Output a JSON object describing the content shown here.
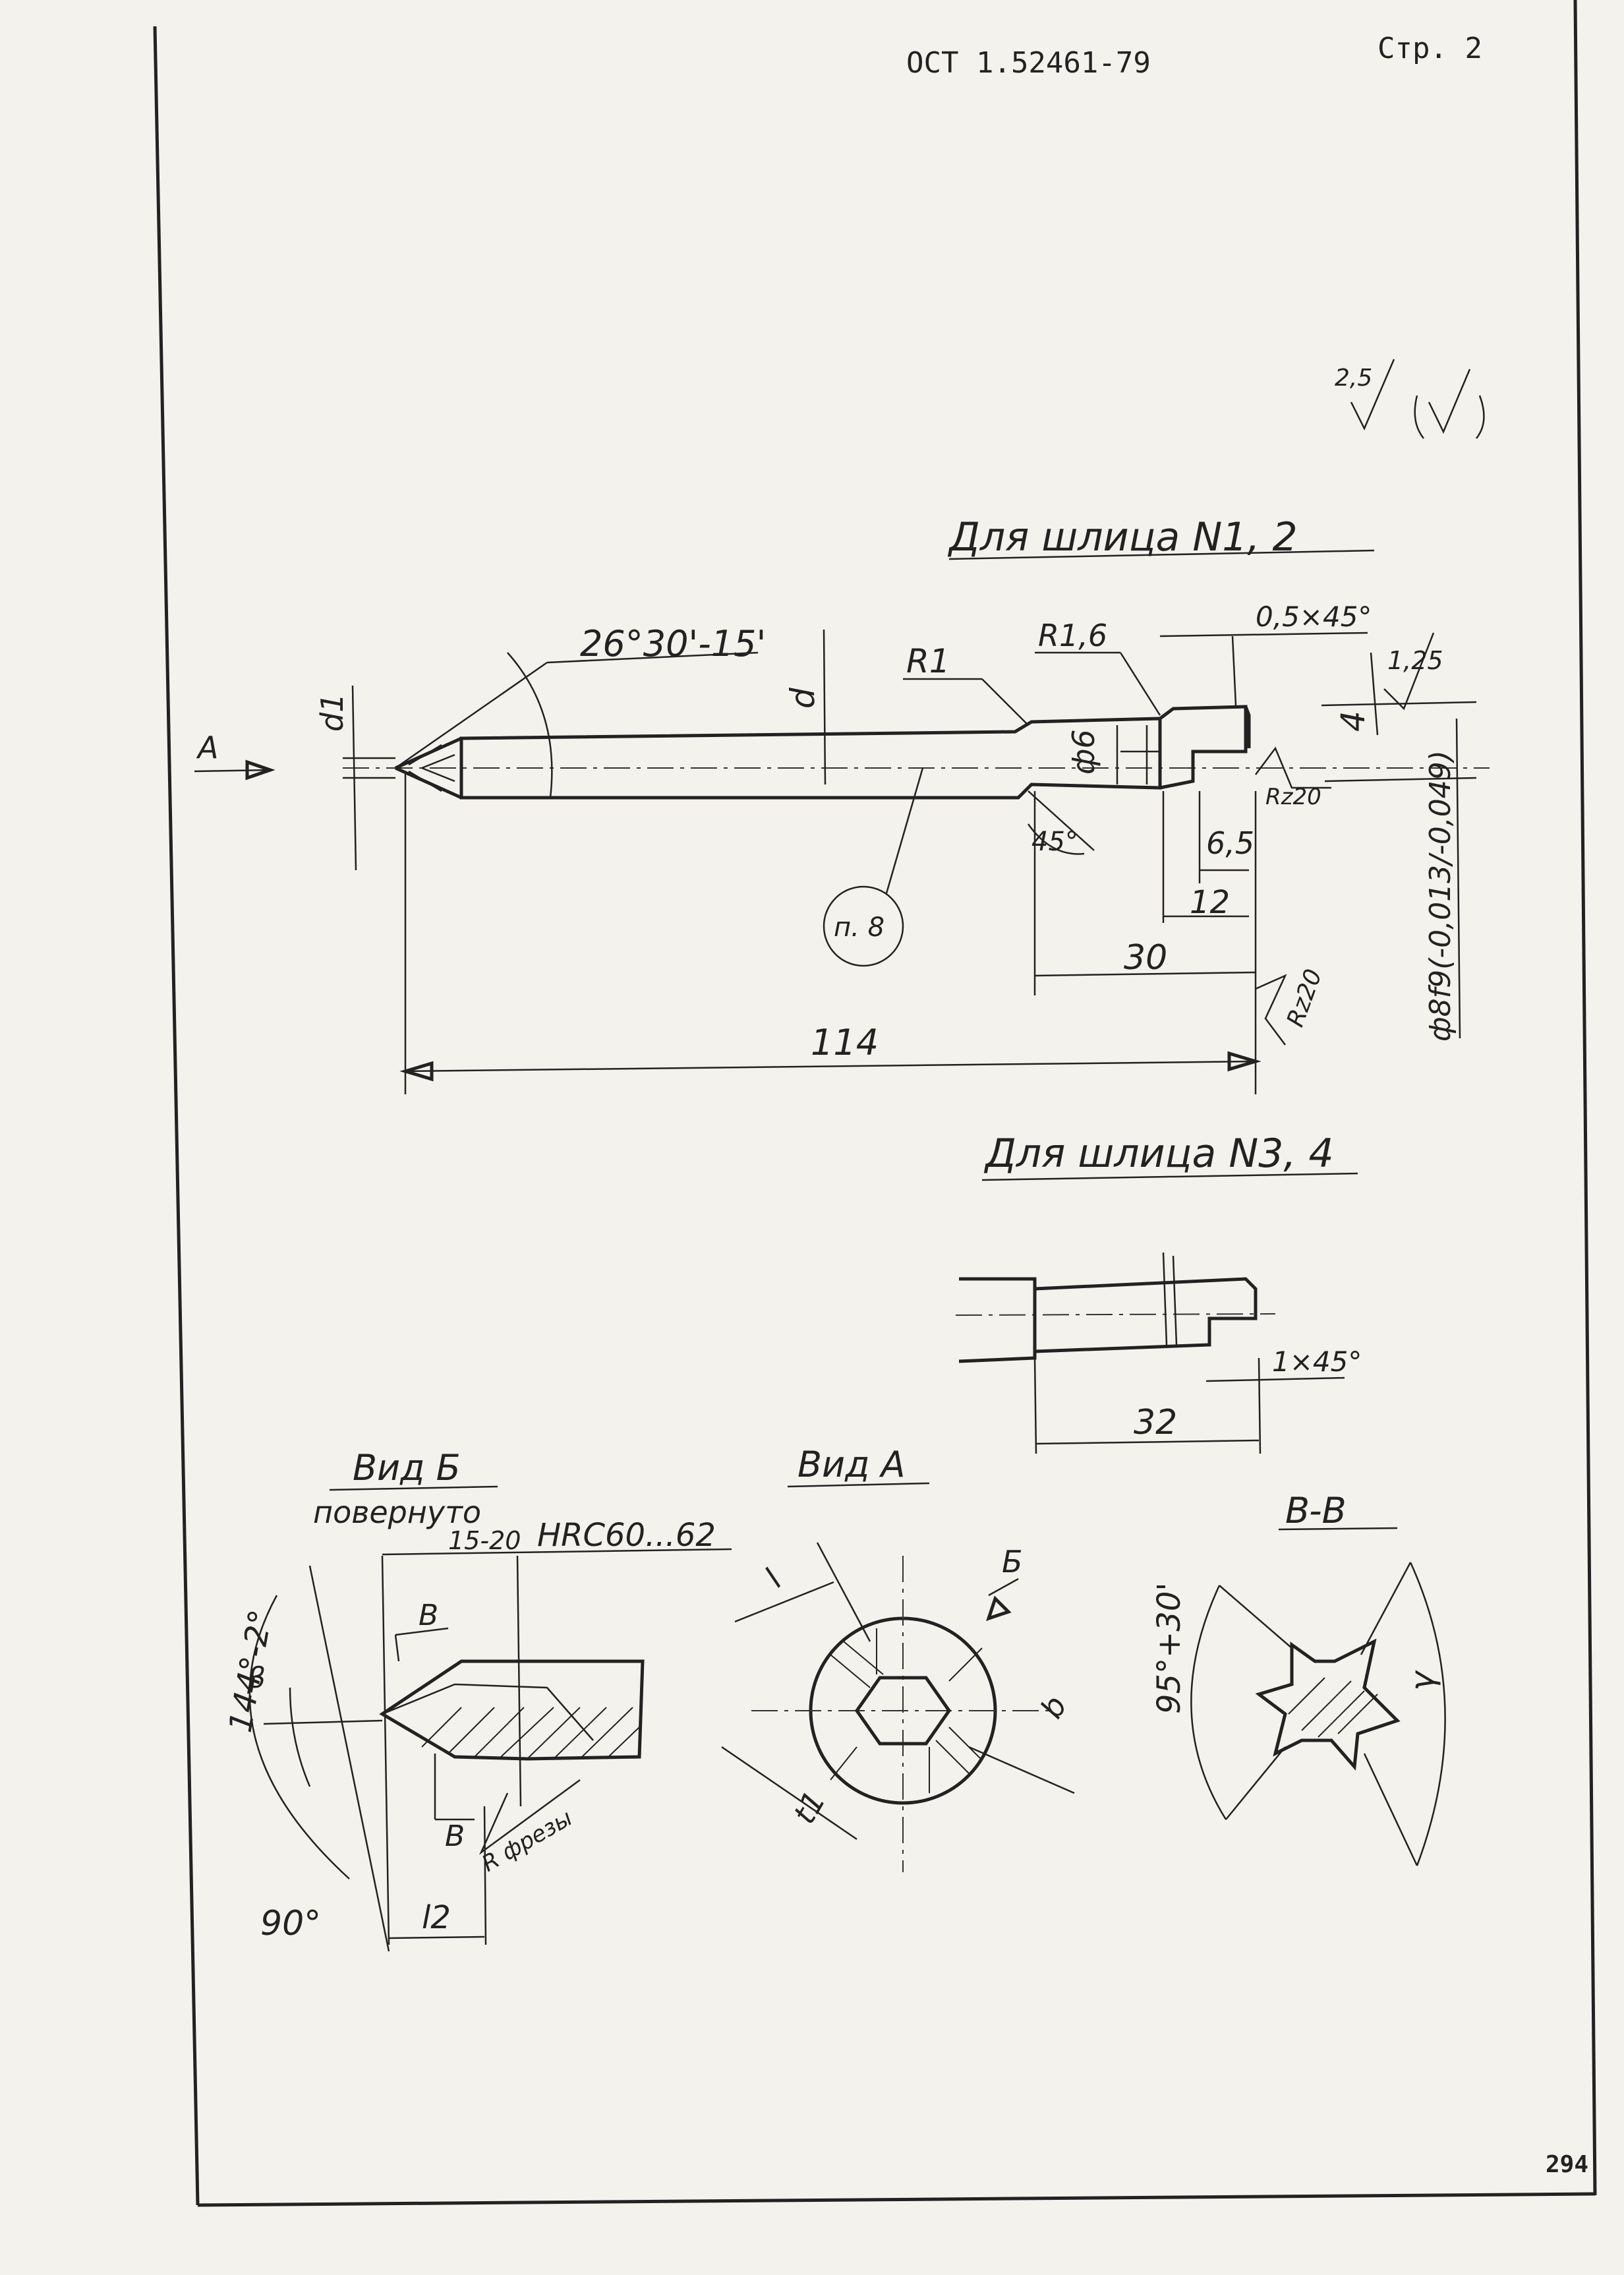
{
  "header": {
    "standard": "ОСТ  1.52461-79",
    "page": "Стр. 2"
  },
  "roughness": {
    "value": "2,5"
  },
  "section1": {
    "title": "Для шлица N1, 2",
    "dims": {
      "angle": "26°30'-15'",
      "d": "d",
      "d1": "d1",
      "r1": "R1",
      "r16": "R1,6",
      "chamfer": "0,5×45°",
      "rough125": "1,25",
      "phi6": "ф6",
      "four": "4",
      "rz20a": "Rz20",
      "angle45": "45°",
      "d65": "6,5",
      "d12": "12",
      "d30": "30",
      "rz20b": "Rz20",
      "d114": "114",
      "tol": "ф8f9(-0,013/-0,049)",
      "note": "п. 8",
      "view_a": "A"
    }
  },
  "section2": {
    "title": "Для шлица N3, 4",
    "dims": {
      "chamfer": "1×45°",
      "d32": "32"
    }
  },
  "view_b": {
    "title": "Вид Б",
    "subtitle": "повернуто",
    "hardness_span": "15-20",
    "hardness": "HRC60...62",
    "angle144": "144°-2°",
    "b1": "β",
    "b2": "B",
    "b3": "B",
    "angle90": "90°",
    "cutter": "R фрезы",
    "l2": "l2"
  },
  "view_a": {
    "title": "Вид А",
    "marker": "Б",
    "l": "l",
    "b": "b",
    "t1": "t1"
  },
  "section_bb": {
    "title": "B-B",
    "angle": "95°+30'",
    "gamma": "γ"
  },
  "footer": {
    "sheet_number": "294"
  }
}
